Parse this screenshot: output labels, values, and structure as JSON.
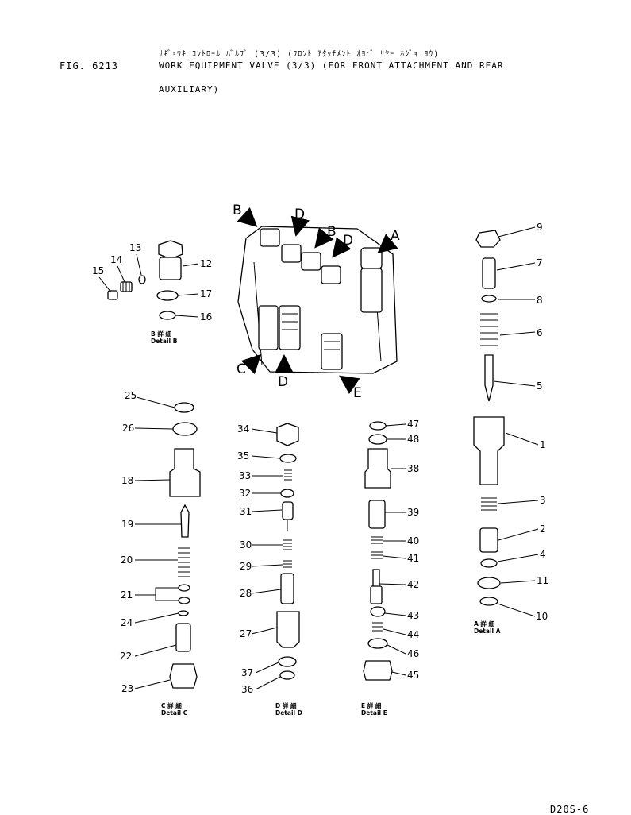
{
  "header": {
    "fig_label": "FIG. 6213",
    "title_jp": "ｻｷﾞｮｳｷ ｺﾝﾄﾛｰﾙ ﾊﾞﾙﾌﾞ (3/3) (ﾌﾛﾝﾄ ｱﾀｯﾁﾒﾝﾄ ｵﾖﾋﾞ ﾘﾔｰ ﾎｼﾞｮ ﾖｳ)",
    "title_line1": "WORK EQUIPMENT VALVE (3/3) (FOR FRONT ATTACHMENT AND REAR",
    "title_line2": "AUXILIARY)"
  },
  "view_letters": [
    "B",
    "D",
    "B",
    "D",
    "A",
    "C",
    "D",
    "E"
  ],
  "detail_captions": {
    "a": {
      "jp": "A 詳 細",
      "en": "Detail A"
    },
    "b": {
      "jp": "B 詳 細",
      "en": "Detail B"
    },
    "c": {
      "jp": "C 詳 細",
      "en": "Detail C"
    },
    "d": {
      "jp": "D 詳 細",
      "en": "Detail D"
    },
    "e": {
      "jp": "E 詳 細",
      "en": "Detail E"
    }
  },
  "part_numbers": {
    "detail_a": [
      "9",
      "7",
      "8",
      "6",
      "5",
      "1",
      "3",
      "2",
      "4",
      "11",
      "10"
    ],
    "detail_b": [
      "13",
      "14",
      "15",
      "12",
      "17",
      "16"
    ],
    "detail_c": [
      "25",
      "26",
      "18",
      "19",
      "20",
      "21",
      "24",
      "22",
      "23"
    ],
    "detail_d": [
      "34",
      "35",
      "33",
      "32",
      "31",
      "30",
      "29",
      "28",
      "27",
      "37",
      "36"
    ],
    "detail_e": [
      "47",
      "48",
      "38",
      "39",
      "40",
      "41",
      "42",
      "43",
      "44",
      "46",
      "45"
    ]
  },
  "page_code": "D20S-6"
}
